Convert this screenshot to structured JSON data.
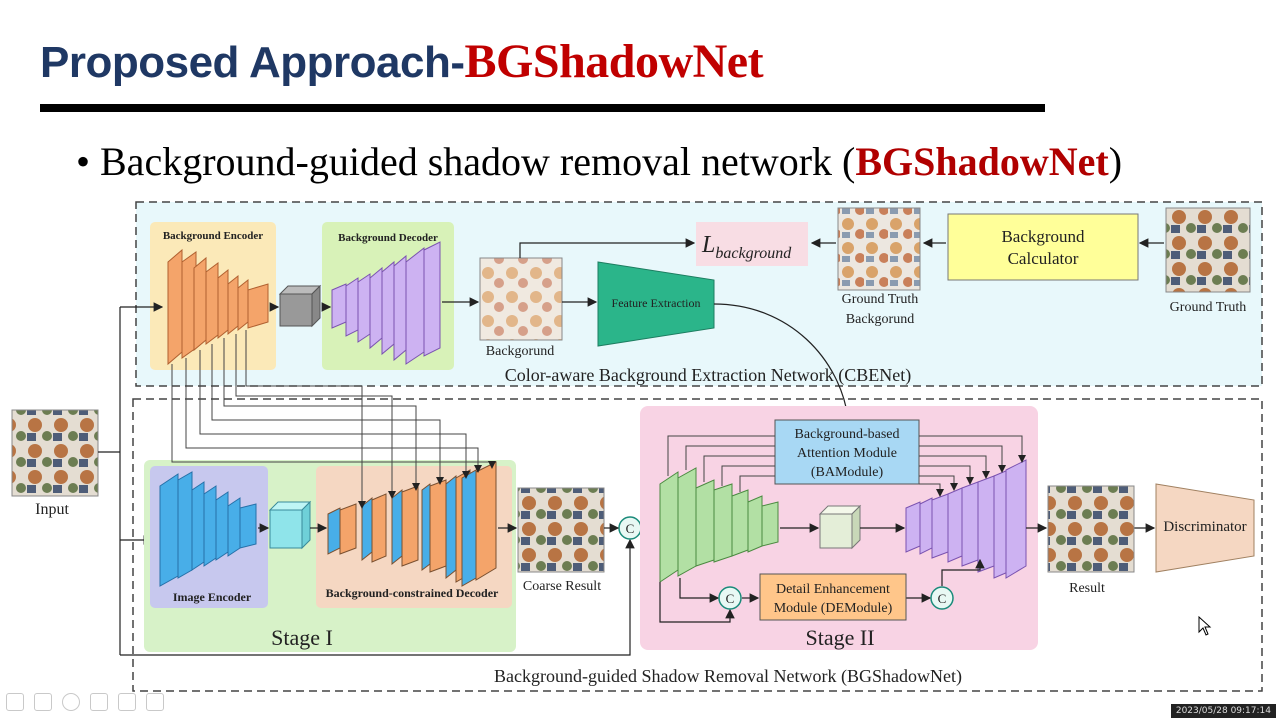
{
  "slide": {
    "title_prefix": "Proposed Approach-",
    "title_accent": "BGShadowNet",
    "bullet_prefix": "• Background-guided shadow removal network (",
    "bullet_accent": "BGShadowNet",
    "bullet_suffix": ")"
  },
  "diagram": {
    "background_encoder": "Background Encoder",
    "background_decoder": "Background Decoder",
    "background_label": "Backgorund",
    "feature_extraction": "Feature Extraction",
    "loss_L": "L",
    "loss_sub": "background",
    "gt_background": [
      "Ground Truth",
      "Backgorund"
    ],
    "background_calculator": [
      "Background",
      "Calculator"
    ],
    "ground_truth": "Ground Truth",
    "cbenet_caption": "Color-aware Background Extraction Network (CBENet)",
    "input": "Input",
    "image_encoder": "Image Encoder",
    "bc_decoder": "Background-constrained Decoder",
    "coarse_result": "Coarse Result",
    "stage1": "Stage I",
    "bamodule": [
      "Background-based",
      "Attention Module",
      "(BAModule)"
    ],
    "demodule": [
      "Detail Enhancement",
      "Module (DEModule)"
    ],
    "concat": "C",
    "stage2": "Stage II",
    "result": "Result",
    "discriminator": "Discriminator",
    "bgshadownet_caption": "Background-guided Shadow Removal Network (BGShadowNet)"
  },
  "colors": {
    "title_blue": "#1f3864",
    "accent_red": "#c00000",
    "cbenet_bg": "#e8f8fb",
    "encoder_orange": "#f4a46a",
    "decoder_purple": "#cdb2f2",
    "image_encoder_blue": "#48aee8",
    "stage1_green": "#d7f2c8",
    "stage2_pink": "#f8d3e4",
    "feature_teal": "#2bb58a",
    "calculator_yellow": "#ffff99",
    "stage2_encoder_green": "#b2e0a4",
    "demodule_orange": "#ffc68a"
  },
  "status": {
    "timestamp": "2023/05/28 09:17:14"
  },
  "toolbar": [
    "pen-icon",
    "grid-icon",
    "eraser-icon",
    "highlighter-icon",
    "pointer-icon",
    "camera-icon"
  ]
}
